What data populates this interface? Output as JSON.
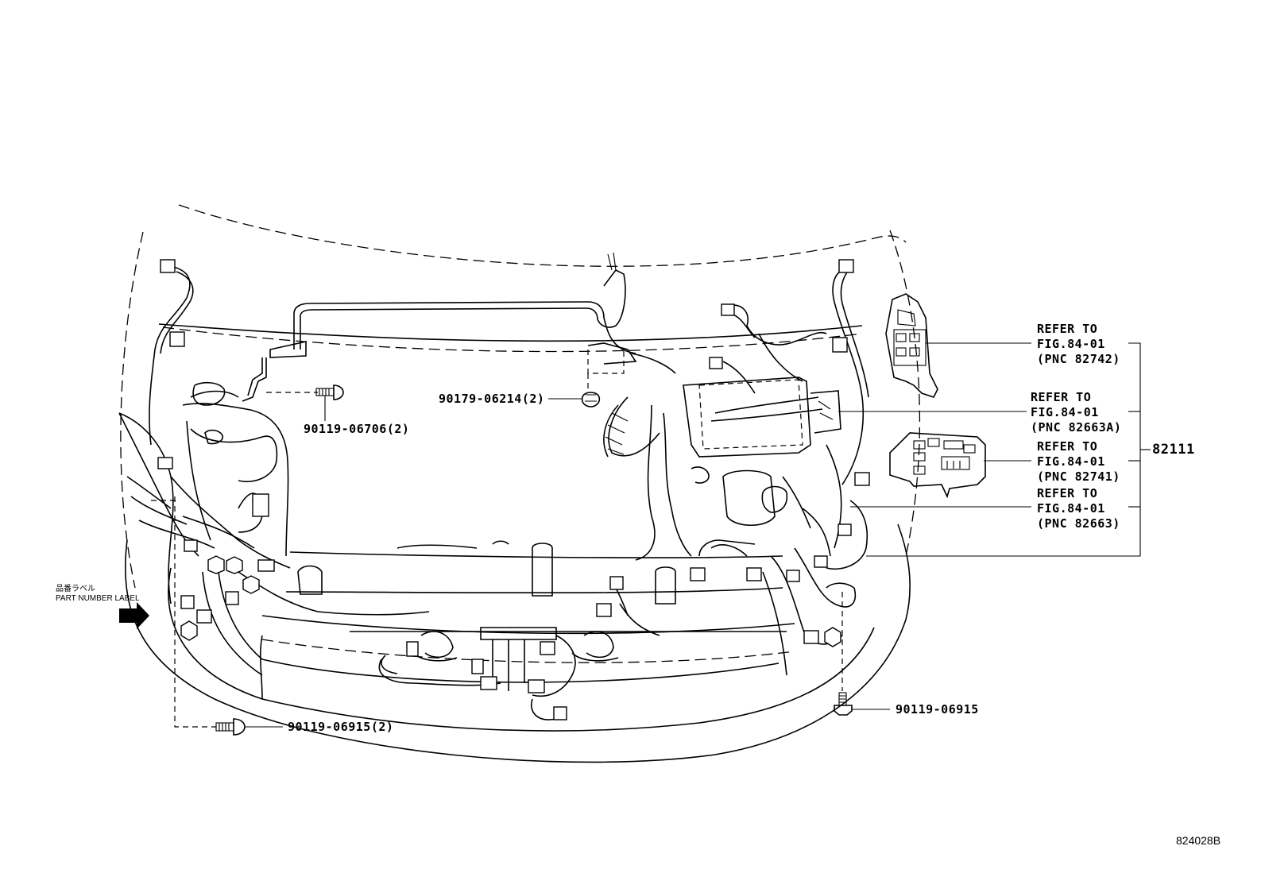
{
  "diagram": {
    "main_part_number": "82111",
    "figure_code": "824028B",
    "part_label": {
      "japanese": "品番ラベル",
      "english": "PART NUMBER LABEL"
    },
    "callouts": [
      {
        "id": "c1",
        "line1": "REFER TO",
        "line2": "FIG.84-01",
        "line3": "(PNC 82742)"
      },
      {
        "id": "c2",
        "line1": "REFER TO",
        "line2": "FIG.84-01",
        "line3": "(PNC 82663A)"
      },
      {
        "id": "c3",
        "line1": "REFER TO",
        "line2": "FIG.84-01",
        "line3": "(PNC 82741)"
      },
      {
        "id": "c4",
        "line1": "REFER TO",
        "line2": "FIG.84-01",
        "line3": "(PNC 82663)"
      }
    ],
    "fasteners": [
      {
        "id": "f1",
        "part": "90179-06214(2)"
      },
      {
        "id": "f2",
        "part": "90119-06706(2)"
      },
      {
        "id": "f3",
        "part": "90119-06915(2)"
      },
      {
        "id": "f4",
        "part": "90119-06915"
      }
    ]
  }
}
